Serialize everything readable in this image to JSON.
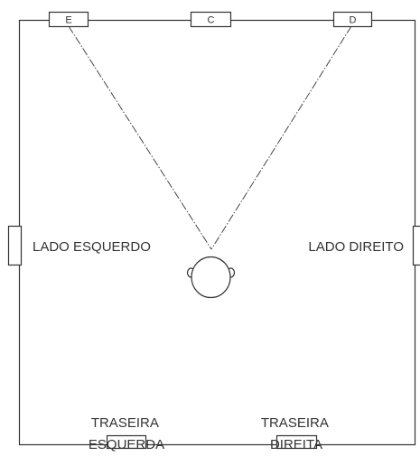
{
  "diagram": {
    "speakers": {
      "front_left": "E",
      "center": "C",
      "front_right": "D"
    },
    "labels": {
      "side_left": "LADO ESQUERDO",
      "side_right": "LADO DIREITO",
      "rear_left": [
        "TRASEIRA",
        "ESQUERDA"
      ],
      "rear_right": [
        "TRASEIRA",
        "DIREITA"
      ]
    },
    "colors": {
      "line": "#333333",
      "background": "#ffffff"
    }
  }
}
